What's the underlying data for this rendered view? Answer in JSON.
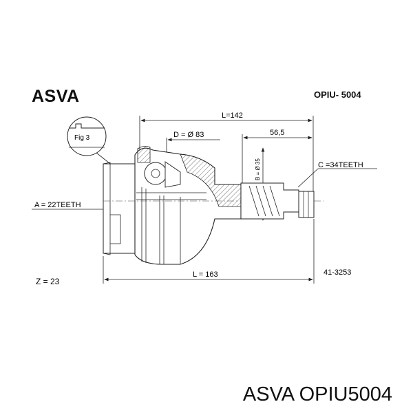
{
  "header": {
    "brand": "ASVA",
    "part_code": "OPIU- 5004"
  },
  "diagram": {
    "fig_label": "Fig 3",
    "dim_L_top": "L=142",
    "dim_D": "D = Ø 83",
    "dim_565": "56,5",
    "dim_B": "B = Ø 35",
    "dim_C": "C =34TEETH",
    "dim_A": "A = 22TEETH",
    "dim_Z": "Z = 23",
    "dim_L_bottom": "L = 163",
    "ref_number": "41-3253"
  },
  "footer": {
    "caption": "ASVA OPIU5004"
  }
}
